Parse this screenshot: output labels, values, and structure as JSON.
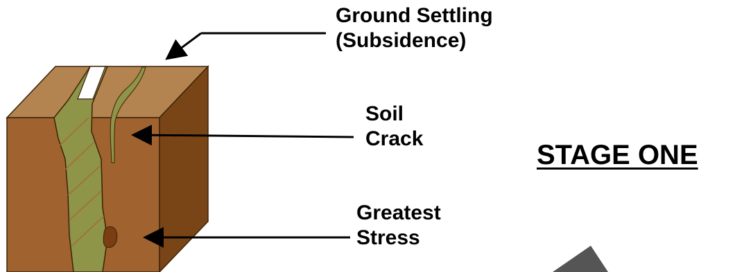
{
  "labels": {
    "ground_settling": {
      "line1": "Ground Settling",
      "line2": "(Subsidence)"
    },
    "soil_crack": {
      "line1": "Soil",
      "line2": "Crack"
    },
    "greatest_stress": {
      "line1": "Greatest",
      "line2": "Stress"
    },
    "stage_title": "STAGE ONE"
  },
  "colors": {
    "soil_front": "#a0622e",
    "soil_top": "#b48450",
    "soil_side": "#7a4516",
    "crack_fill": "#8e9448",
    "crack_stripe": "#a56a35",
    "stress_blob": "#7a3e12",
    "stage_shape": "#555555",
    "arrow": "#000000"
  }
}
